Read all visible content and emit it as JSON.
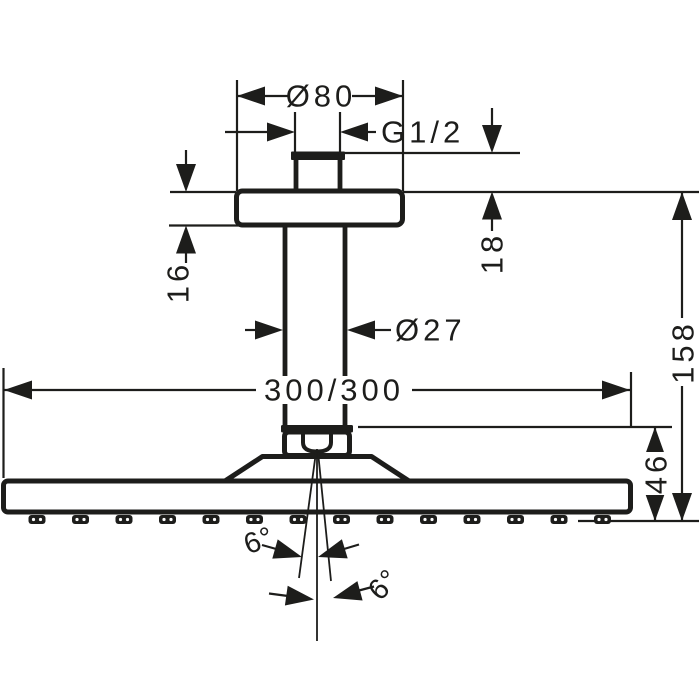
{
  "page": {
    "background": "#ffffff"
  },
  "drawing": {
    "type": "technical-dimension-drawing",
    "subject": "ceiling-mounted overhead shower, side view",
    "ink_color": "#1d1d1b",
    "labels": {
      "flange_diameter": "Ø80",
      "thread": "G1/2",
      "flange_height": "16",
      "thread_height": "18",
      "pipe_diameter": "Ø27",
      "head_size": "300/300",
      "head_height": "46",
      "overall_height": "158",
      "spray_angle_upper": "6°",
      "spray_angle_lower": "6°"
    },
    "nozzle_count": 14
  }
}
